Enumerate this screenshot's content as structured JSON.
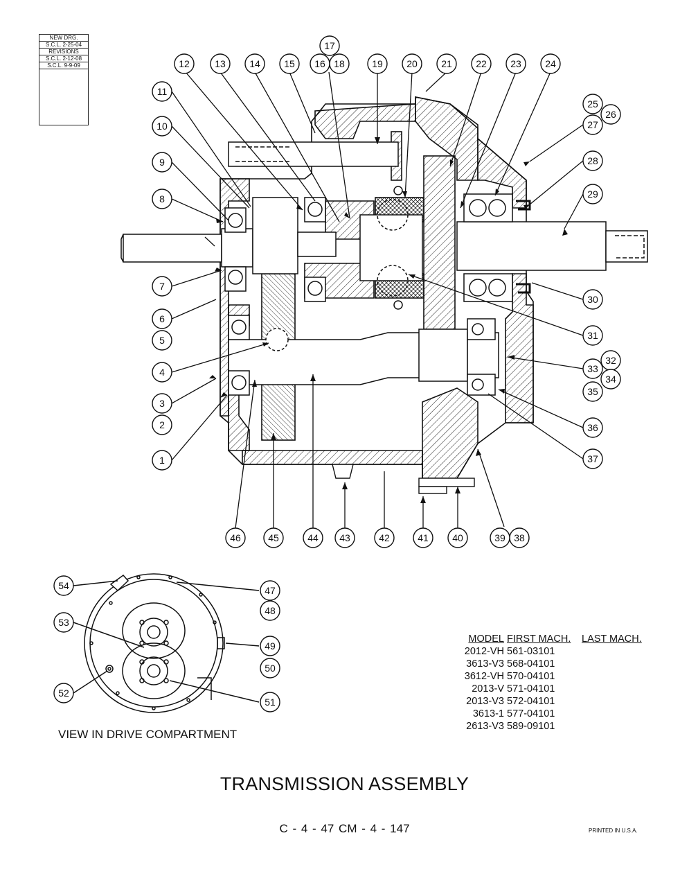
{
  "revision_block": {
    "rows": [
      "NEW DRG.",
      "S.C.L. 2-25-04",
      "REVISIONS",
      "S.C.L. 2-12-08",
      "S.C.L. 9-9-09"
    ]
  },
  "callouts": [
    "1",
    "2",
    "3",
    "4",
    "5",
    "6",
    "7",
    "8",
    "9",
    "10",
    "11",
    "12",
    "13",
    "14",
    "15",
    "16",
    "17",
    "18",
    "19",
    "20",
    "21",
    "22",
    "23",
    "24",
    "25",
    "26",
    "27",
    "28",
    "29",
    "30",
    "31",
    "32",
    "33",
    "34",
    "35",
    "36",
    "37",
    "38",
    "39",
    "40",
    "41",
    "42",
    "43",
    "44",
    "45",
    "46",
    "47",
    "48",
    "49",
    "50",
    "51",
    "52",
    "53",
    "54"
  ],
  "model_table": {
    "headers": [
      "MODEL",
      "FIRST MACH.",
      "LAST MACH."
    ],
    "rows": [
      [
        "2012-VH",
        "561-03101"
      ],
      [
        "3613-V3",
        "568-04101"
      ],
      [
        "3612-VH",
        "570-04101"
      ],
      [
        "2013-V",
        "571-04101"
      ],
      [
        "2013-V3",
        "572-04101"
      ],
      [
        "3613-1",
        "577-04101"
      ],
      [
        "2613-V3",
        "589-09101"
      ]
    ]
  },
  "view_caption": "VIEW IN DRIVE COMPARTMENT",
  "title": "TRANSMISSION ASSEMBLY",
  "page_ref": "C - 4 - 47    CM - 4 - 147",
  "printed": "PRINTED IN U.S.A."
}
